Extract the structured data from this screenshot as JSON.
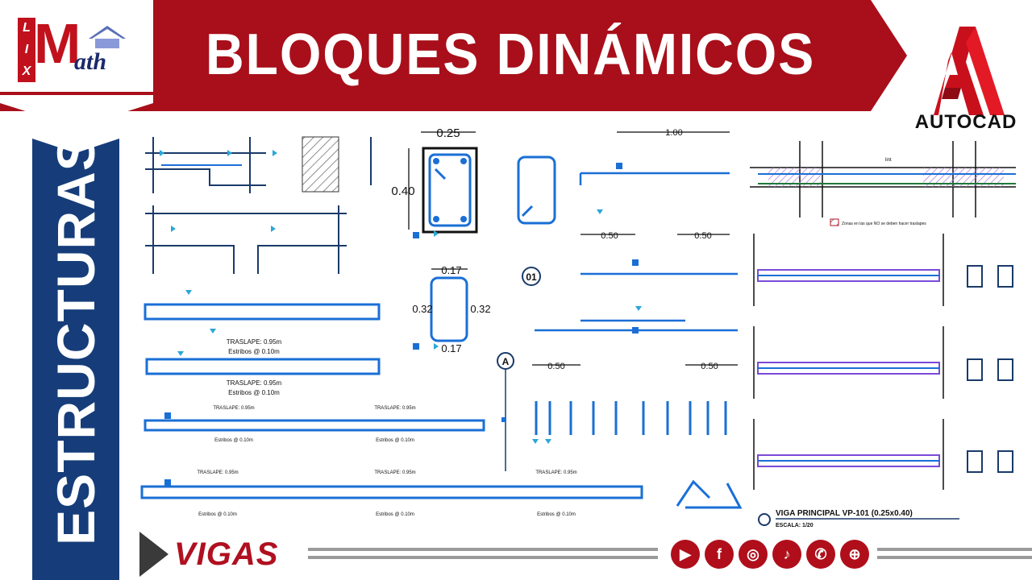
{
  "header": {
    "title": "BLOQUES DINÁMICOS",
    "brand": {
      "lix_letters": [
        "L",
        "I",
        "X"
      ],
      "m_letter": "M",
      "ath_text": "ath"
    },
    "software_label": "AUTOCAD"
  },
  "sidebar": {
    "label": "ESTRUCTURAS"
  },
  "footer": {
    "section_label": "VIGAS",
    "social_icons": [
      "youtube-icon",
      "facebook-icon",
      "instagram-icon",
      "tiktok-icon",
      "whatsapp-icon",
      "web-icon"
    ],
    "social_glyphs": [
      "▶",
      "f",
      "◎",
      "♪",
      "✆",
      "⊕"
    ]
  },
  "drawing": {
    "dims": {
      "column_width": "0.25",
      "column_height": "0.40",
      "small_width": "0.17",
      "small_height": "0.32",
      "dim_050": "0.50",
      "dim_100": "1.00"
    },
    "labels": {
      "traslape": "TRASLAPE: 0.95m",
      "estribos": "Estribos @ 0.10m",
      "node_01": "01",
      "node_a": "A",
      "lint": "lint",
      "hatch_note": "Zonas en las que NO se deben hacer traslapes"
    },
    "title_block": {
      "title": "VIGA PRINCIPAL VP-101 (0.25x0.40)",
      "scale": "ESCALA: 1/20"
    }
  },
  "colors": {
    "brand_red": "#a80f1a",
    "navy": "#163d7a",
    "cad_blue": "#1a6fd6",
    "cad_cyan": "#2aa7d8"
  }
}
